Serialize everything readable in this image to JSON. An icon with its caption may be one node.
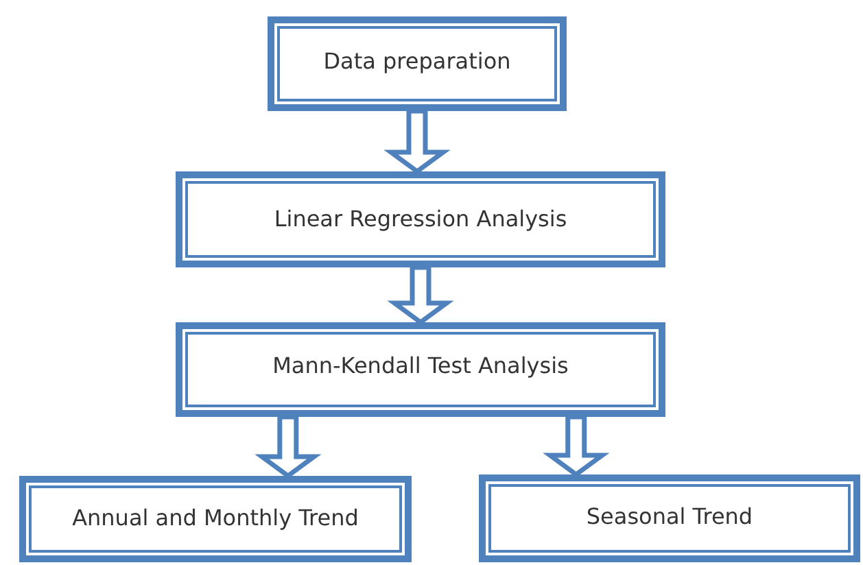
{
  "diagram": {
    "nodes": [
      {
        "text": [
          "Data preparation"
        ]
      },
      {
        "text": [
          "Linear Regression Analysis"
        ]
      },
      {
        "text": [
          "Mann-Kendall Test Analysis"
        ]
      },
      {
        "text": [
          "Annual and Monthly Trend"
        ]
      },
      {
        "text": [
          "Seasonal Trend"
        ]
      }
    ],
    "edges": [
      {
        "from": 0,
        "to": 1,
        "arrow": "to"
      },
      {
        "from": 1,
        "to": 2,
        "arrow": "to"
      },
      {
        "from": 2,
        "to": 3,
        "arrow": "to"
      },
      {
        "from": 2,
        "to": 4,
        "arrow": "to"
      }
    ]
  }
}
